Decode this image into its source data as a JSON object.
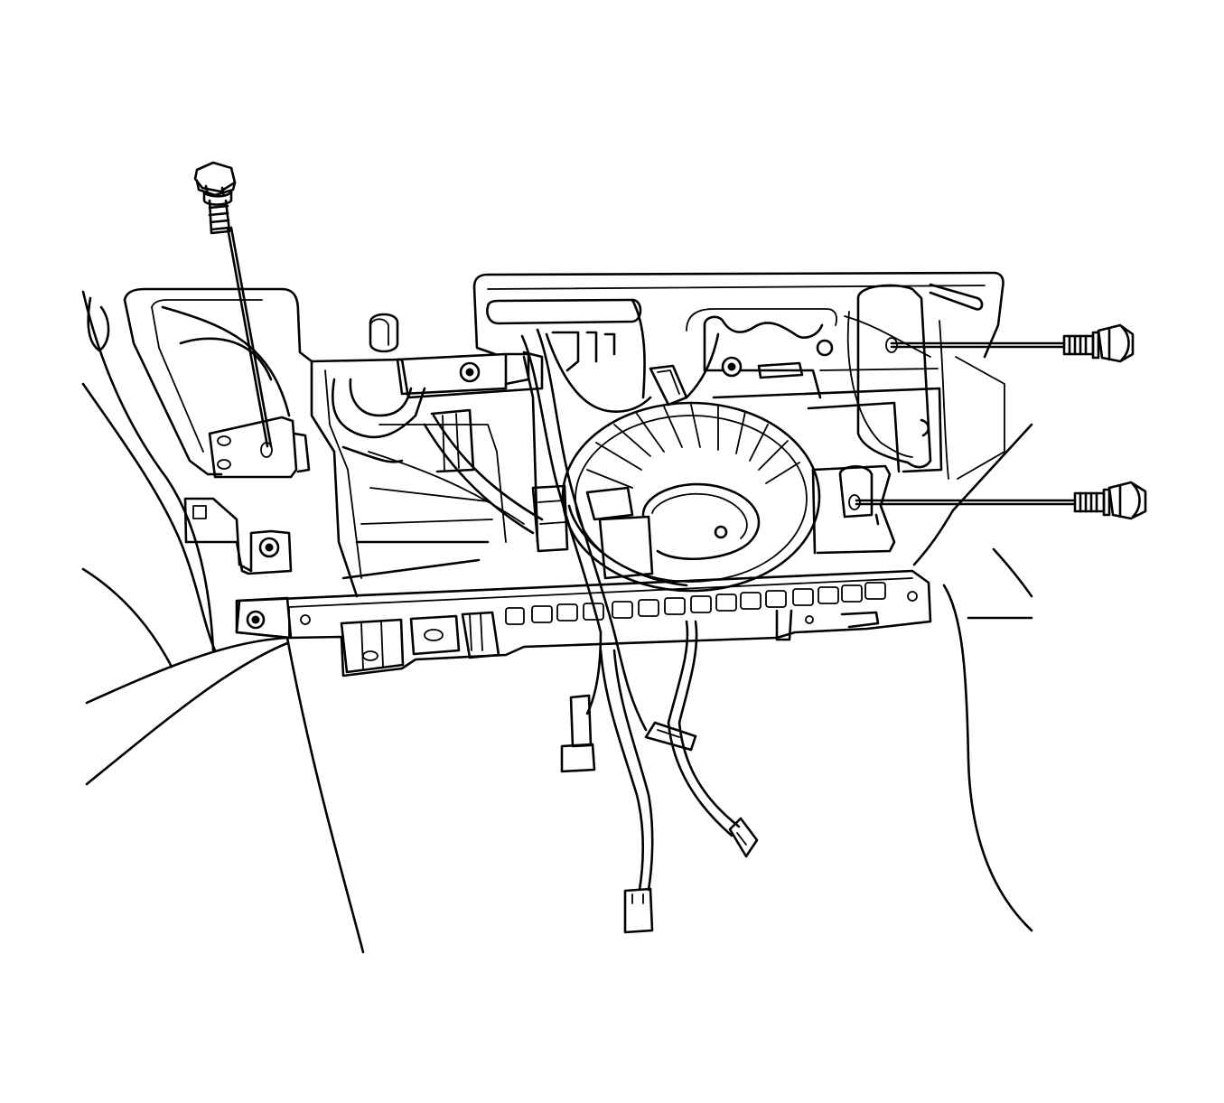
{
  "diagram": {
    "kind": "line-art service illustration",
    "colors": {
      "ink": "#000000",
      "paper": "#ffffff"
    },
    "components": [
      "bolt-upper-left",
      "bolt-right-upper",
      "bolt-right-lower",
      "blower-motor",
      "hvac-module-housing",
      "mounting-bracket",
      "instrument-panel-carrier",
      "wiring-harness",
      "electrical-connectors"
    ]
  }
}
